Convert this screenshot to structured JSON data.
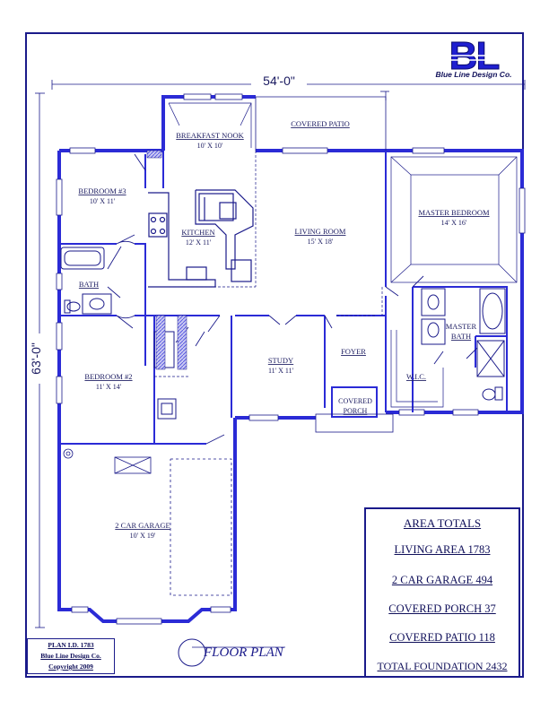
{
  "plan": {
    "overall_width": "54'-0\"",
    "overall_depth": "63'-0\"",
    "caption": "FLOOR PLAN",
    "logo_letters": "BL",
    "logo_company": "Blue Line Design Co."
  },
  "rooms": {
    "breakfast_nook": {
      "name": "BREAKFAST NOOK",
      "size": "10' X 10'"
    },
    "covered_patio": {
      "name": "COVERED PATIO"
    },
    "bedroom3": {
      "name": "BEDROOM #3",
      "size": "10' X 11'"
    },
    "kitchen": {
      "name": "KITCHEN",
      "size": "12' X 11'"
    },
    "living_room": {
      "name": "LIVING ROOM",
      "size": "15' X 18'"
    },
    "master_bedroom": {
      "name": "MASTER BEDROOM",
      "size": "14' X 16'"
    },
    "bath": {
      "name": "BATH"
    },
    "master_bath": {
      "name_line1": "MASTER",
      "name_line2": "BATH"
    },
    "bedroom2": {
      "name": "BEDROOM #2",
      "size": "11' X 14'"
    },
    "study": {
      "name": "STUDY",
      "size": "11' X 11'"
    },
    "foyer": {
      "name": "FOYER"
    },
    "wic": {
      "name": "W.I.C."
    },
    "covered_porch": {
      "name_line1": "COVERED",
      "name_line2": "PORCH"
    },
    "garage": {
      "name": "2 CAR GARAGE",
      "size": "10' X 19'"
    }
  },
  "area_totals": {
    "title": "AREA TOTALS",
    "lines": [
      "LIVING AREA  1783",
      "2 CAR GARAGE  494",
      "COVERED PORCH  37",
      "COVERED PATIO  118",
      "TOTAL FOUNDATION  2432"
    ]
  },
  "plan_id": {
    "line1": "PLAN I.D. 1783",
    "line2": "Blue Line Design Co.",
    "line3": "Copyright 2009"
  },
  "colors": {
    "wall": "#2b2bd6",
    "line": "#1a1a8a",
    "text": "#10105a"
  }
}
